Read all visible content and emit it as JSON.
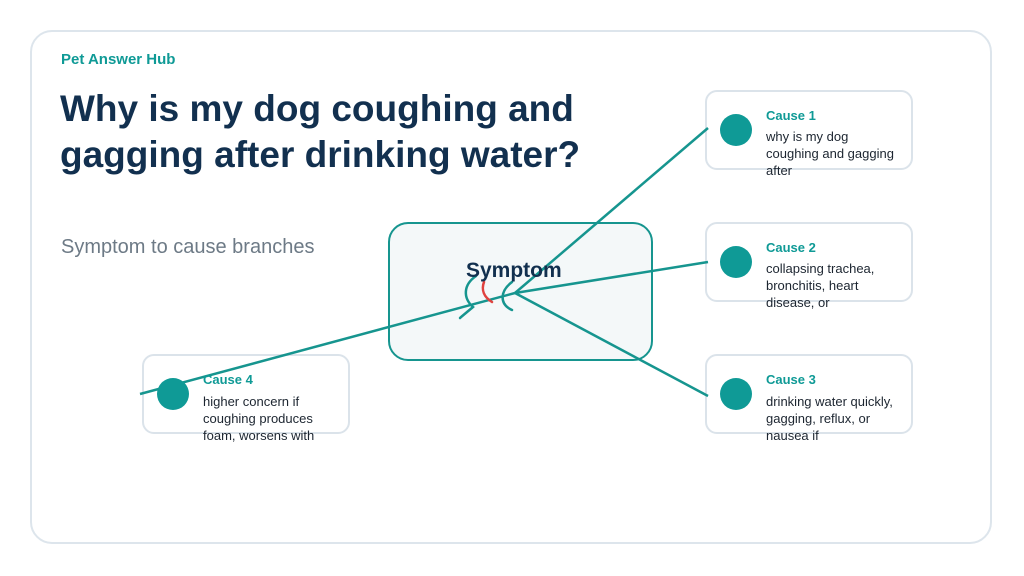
{
  "header": {
    "brand": "Pet Answer Hub",
    "title": "Why is my dog coughing and gagging after drinking water?",
    "subtitle": "Symptom to cause branches"
  },
  "center": {
    "label": "Symptom",
    "icon": "throat-icon"
  },
  "causes": [
    {
      "title": "Cause 1",
      "text": "why is my dog coughing and gagging after"
    },
    {
      "title": "Cause 2",
      "text": "collapsing trachea, bronchitis, heart disease, or"
    },
    {
      "title": "Cause 3",
      "text": "drinking water quickly, gagging, reflux, or nausea if"
    },
    {
      "title": "Cause 4",
      "text": "higher concern if coughing produces foam, worsens with"
    }
  ],
  "colors": {
    "accent": "#0f9a96",
    "title": "#12304f",
    "subtitle": "#6d7a86",
    "icon_red": "#e0423f"
  }
}
